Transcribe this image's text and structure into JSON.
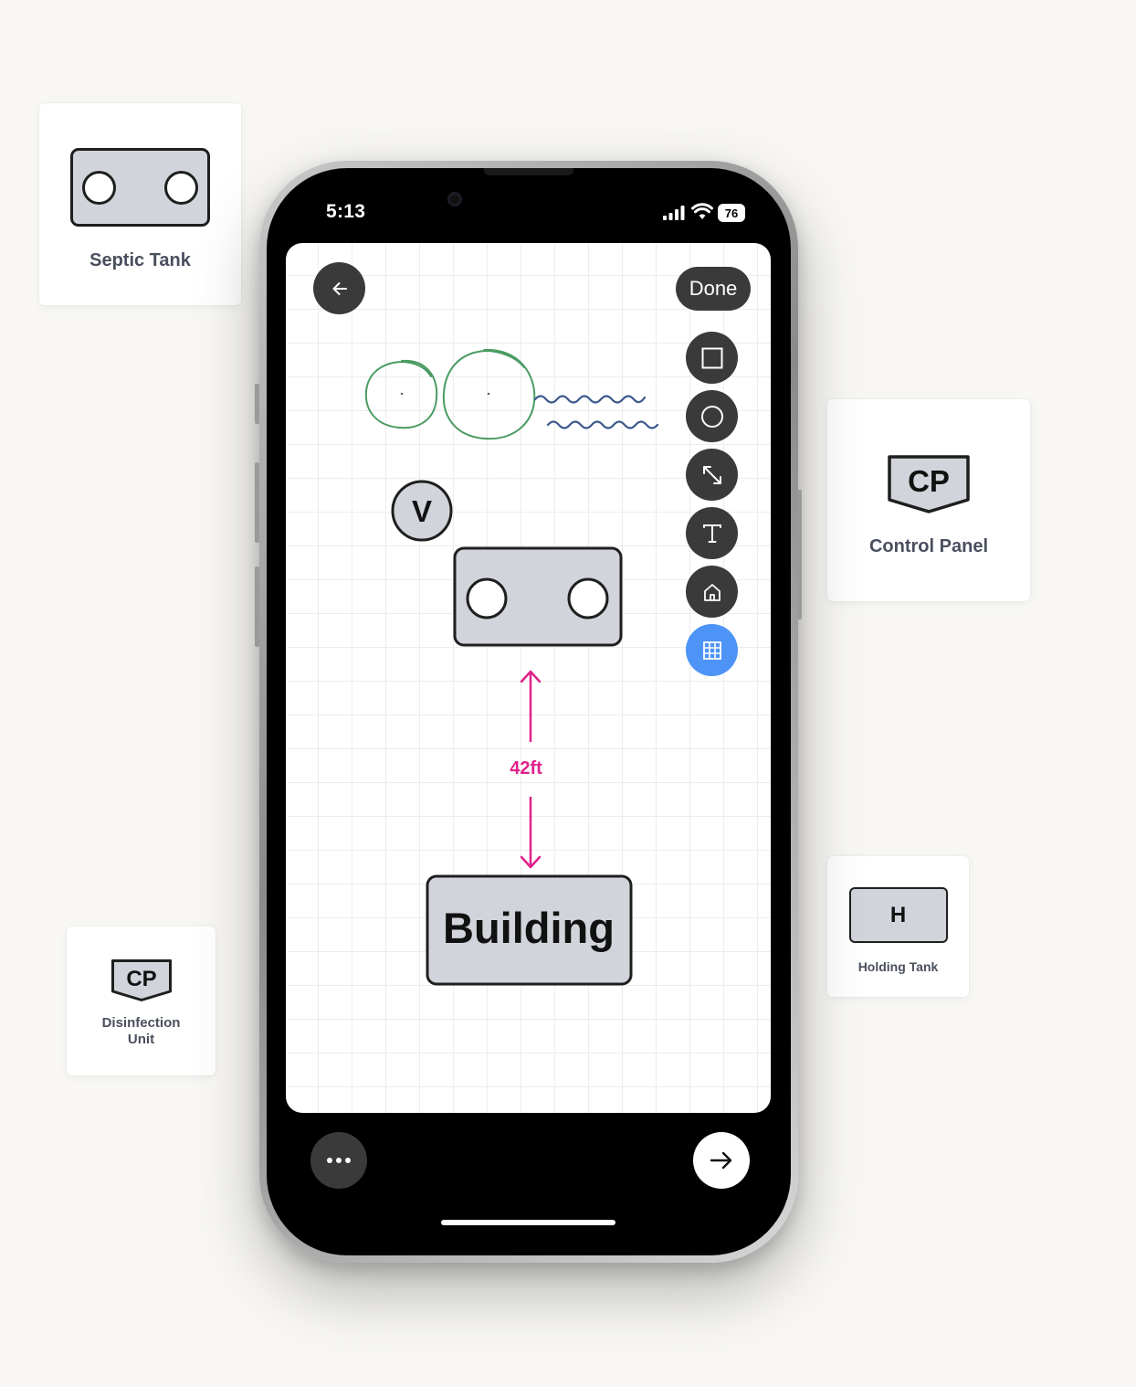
{
  "status_bar": {
    "time": "5:13",
    "battery": "76"
  },
  "toolbar": {
    "done_label": "Done",
    "tools": [
      {
        "icon": "square-icon",
        "active": false
      },
      {
        "icon": "circle-icon",
        "active": false
      },
      {
        "icon": "line-arrow-icon",
        "active": false
      },
      {
        "icon": "text-icon",
        "active": false
      },
      {
        "icon": "house-icon",
        "active": false
      },
      {
        "icon": "grid-icon",
        "active": true
      }
    ]
  },
  "canvas": {
    "valve_label": "V",
    "distance_label": "42ft",
    "building_label": "Building"
  },
  "colors": {
    "accent_blue": "#4e94f7",
    "dimension_pink": "#e0218a",
    "sketch_green": "#4a9b62",
    "sketch_blue": "#3d5a8c",
    "symbol_fill": "#d1d5db"
  },
  "legend_cards": {
    "septic_tank": {
      "label": "Septic Tank"
    },
    "control_panel": {
      "badge": "CP",
      "label": "Control Panel"
    },
    "holding_tank": {
      "badge": "H",
      "label": "Holding Tank"
    },
    "disinfection_unit": {
      "badge": "CP",
      "label": "Disinfection Unit"
    }
  }
}
